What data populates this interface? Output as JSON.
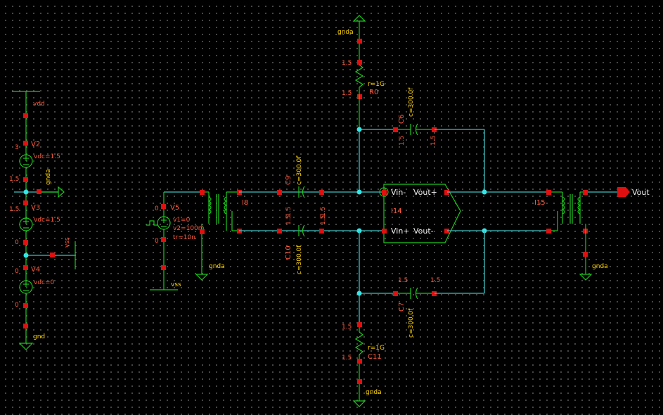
{
  "labels": {
    "vdd": "vdd",
    "vss": "vss",
    "gnd": "gnd",
    "gnda": "gnda",
    "v2": "V2",
    "v3": "V3",
    "v4": "V4",
    "v5": "V5",
    "v2_vdc": "vdc=1.5",
    "v3_vdc": "vdc=1.5",
    "v4_vdc": "vdc=0",
    "v5_v1": "v1=0",
    "v5_v2": "v2=100m",
    "v5_tr": "tr=10n",
    "v2_top": "3",
    "v2_bot": "1.5",
    "v3_top": "1.5",
    "v3_bot": "0",
    "v4_top": "0",
    "v4_bot": "0",
    "v5_top": "0",
    "v5_bot": "0",
    "r0": "R0",
    "r0_val": "r=1G",
    "c11": "C11",
    "c11_val": "r=1G",
    "c6": "C6",
    "c7": "C7",
    "c9": "C9",
    "c10": "C10",
    "cap_val": "c=300.0f",
    "n15": "1.5",
    "i8": "I8",
    "i14": "I14",
    "i15": "I15",
    "vin_minus": "Vin-",
    "vin_plus": "Vin+",
    "vout_plus": "Vout+",
    "vout_minus": "Vout-",
    "vout": "Vout"
  },
  "colors": {
    "background": "#000000",
    "wire": "#3fbfbf",
    "symbol": "#1ec81e",
    "pin": "#e01010",
    "label": "#ff5a3c",
    "net_text": "#f0f0f0",
    "property_text": "#ffd400",
    "junction": "#34e6e6"
  }
}
